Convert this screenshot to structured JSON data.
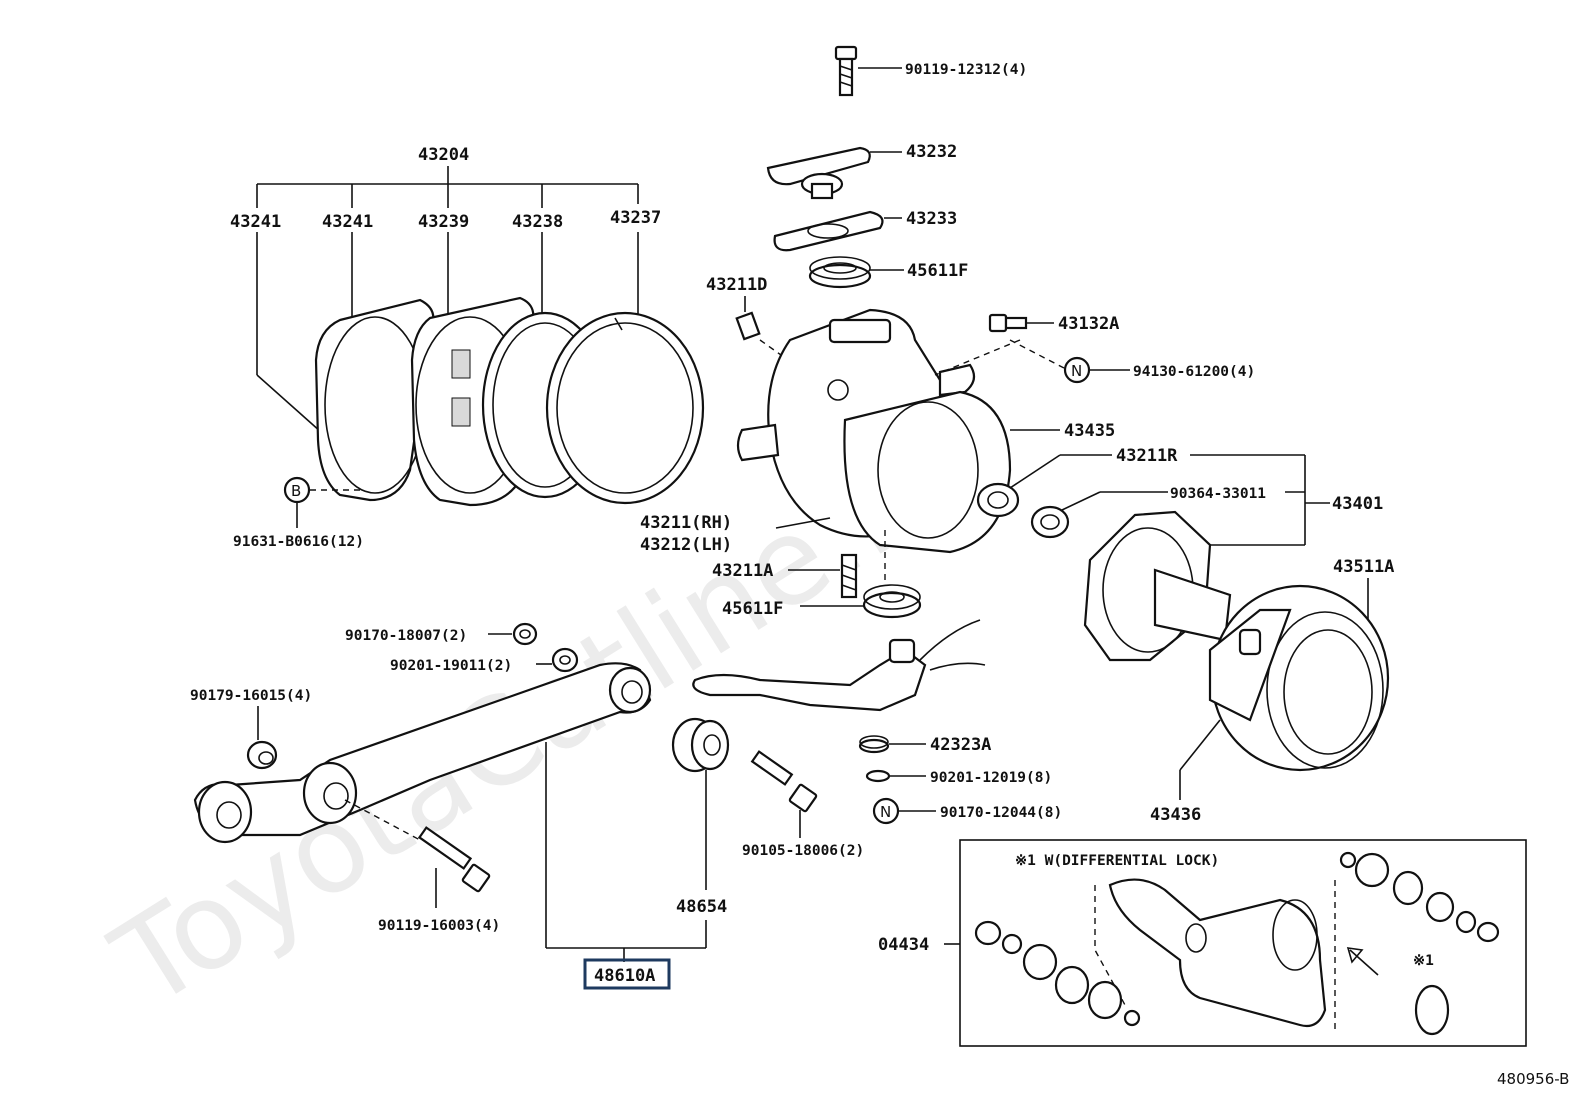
{
  "watermark": "ToyotaCatline.ru",
  "figure_ref": "480956-B",
  "labels": {
    "l90119_12312": "90119-12312(4)",
    "l43232": "43232",
    "l43233": "43233",
    "l45611F_top": "45611F",
    "l43204": "43204",
    "l43241_a": "43241",
    "l43241_b": "43241",
    "l43239": "43239",
    "l43238": "43238",
    "l43237": "43237",
    "l43211D": "43211D",
    "l43132A": "43132A",
    "l94130_61200": "94130-61200(4)",
    "l43435": "43435",
    "l43211R": "43211R",
    "l90364_33011": "90364-33011",
    "l43401": "43401",
    "l91631_B0616": "91631-B0616(12)",
    "l43211_rh": "43211(RH)",
    "l43212_lh": "43212(LH)",
    "l43211A": "43211A",
    "l45611F_bot": "45611F",
    "l43511A": "43511A",
    "l90170_18007": "90170-18007(2)",
    "l90201_19011": "90201-19011(2)",
    "l90179_16015": "90179-16015(4)",
    "l42323A": "42323A",
    "l90201_12019": "90201-12019(8)",
    "l90170_12044": "90170-12044(8)",
    "l43436": "43436",
    "l90105_18006": "90105-18006(2)",
    "l90119_16003": "90119-16003(4)",
    "l48654": "48654",
    "l48610A": "48610A",
    "l04434": "04434",
    "inset_title": "※1 W(DIFFERENTIAL LOCK)",
    "inset_note": "※1"
  },
  "markers": {
    "b": "B",
    "n1": "N",
    "n2": "N"
  }
}
